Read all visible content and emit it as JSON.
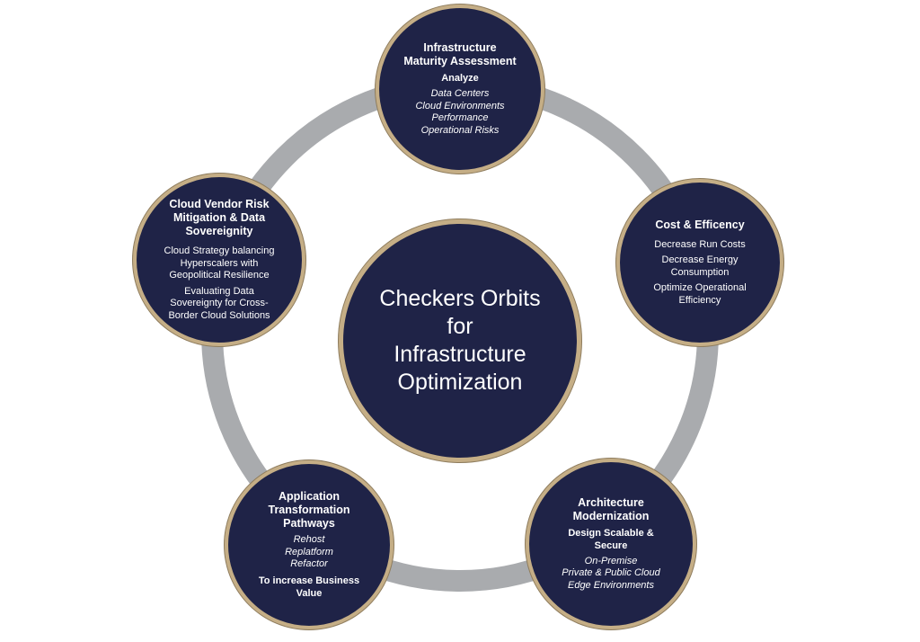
{
  "diagram": {
    "colors": {
      "node_fill": "#1f2347",
      "node_border": "#c5ae86",
      "ring": "#a9abae",
      "text": "#ffffff"
    },
    "center": {
      "lines": [
        "Checkers Orbits",
        "for",
        "Infrastructure",
        "Optimization"
      ]
    },
    "nodes": {
      "top": {
        "title": [
          "Infrastructure",
          "Maturity Assessment"
        ],
        "subtitle": "Analyze",
        "items": [
          "Data Centers",
          "Cloud Environments",
          "Performance",
          "Operational Risks"
        ]
      },
      "right": {
        "title": [
          "Cost & Efficency"
        ],
        "items": [
          [
            "Decrease Run Costs"
          ],
          [
            "Decrease Energy",
            "Consumption"
          ],
          [
            "Optimize Operational",
            "Efficiency"
          ]
        ]
      },
      "bottom_right": {
        "title": [
          "Architecture",
          "Modernization"
        ],
        "subtitle": [
          "Design Scalable &",
          "Secure"
        ],
        "items": [
          "On-Premise",
          "Private & Public Cloud",
          "Edge Environments"
        ]
      },
      "bottom_left": {
        "title": [
          "Application",
          "Transformation",
          "Pathways"
        ],
        "items": [
          "Rehost",
          "Replatform",
          "Refactor"
        ],
        "footer": [
          "To increase Business",
          "Value"
        ]
      },
      "left": {
        "title": [
          "Cloud Vendor Risk",
          "Mitigation & Data",
          "Sovereignity"
        ],
        "items": [
          [
            "Cloud Strategy balancing",
            "Hyperscalers with",
            "Geopolitical Resilience"
          ],
          [
            "Evaluating Data",
            "Sovereignty for Cross-",
            "Border Cloud Solutions"
          ]
        ]
      }
    }
  }
}
